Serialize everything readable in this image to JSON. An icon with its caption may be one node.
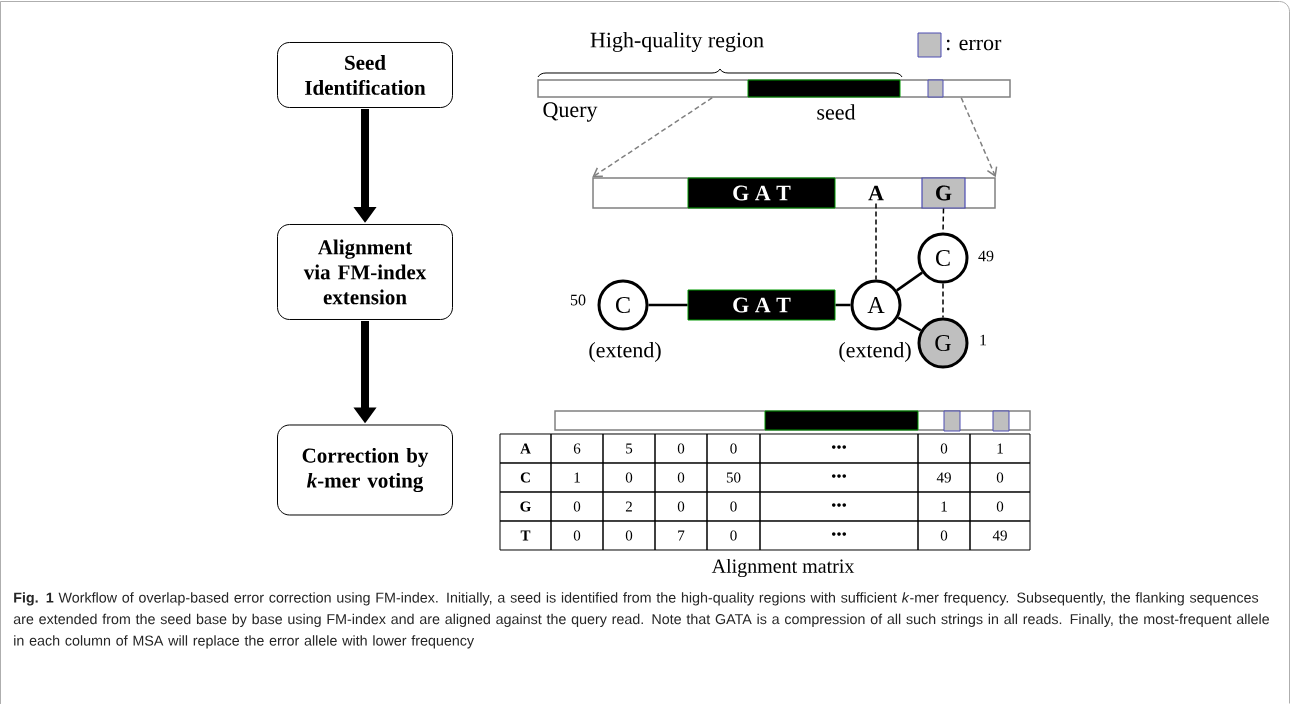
{
  "diagram": {
    "caption": "**Fig. 1** Workflow of overlap-based error correction using FM-index. Initially, a seed is identified from the high-quality regions with sufficient *k*-mer frequency. Subsequently, the flanking sequences are extended from the seed base by base using FM-index and are aligned against the query read. Note that GATA is a compression of all such strings in all reads. Finally, the most-frequent allele in each column of MSA will replace the error allele with lower frequency",
    "nodes": [
      {
        "text": [
          "Seed Identification"
        ]
      },
      {
        "text": [
          "Alignment via FM-index extension"
        ]
      },
      {
        "text": [
          "Correction by *k*-mer voting"
        ]
      },
      {
        "text": [],
        "shape": "bar",
        "beside": [
          "Query",
          "seed"
        ]
      },
      {
        "text": [],
        "shape": "bar"
      },
      {
        "text": [
          "G A T"
        ],
        "in": 4
      },
      {
        "text": [
          "A"
        ],
        "in": 4
      },
      {
        "text": [
          "G"
        ],
        "in": 4
      },
      {
        "text": [
          "C"
        ],
        "beside": [
          "50",
          "(extend)"
        ]
      },
      {
        "text": [
          "G A T"
        ]
      },
      {
        "text": [
          "A"
        ],
        "beside": [
          "(extend)"
        ]
      },
      {
        "text": [
          "C"
        ],
        "beside": [
          "49"
        ]
      },
      {
        "text": [
          "G"
        ],
        "beside": [
          "1"
        ]
      },
      {
        "text": [],
        "shape": "bar"
      }
    ],
    "edges": [
      {
        "from": 0,
        "to": 1,
        "arrow": "to",
        "style": "thick"
      },
      {
        "from": 1,
        "to": 2,
        "arrow": "to",
        "style": "thick"
      },
      {
        "from": 3,
        "to": 4,
        "arrow": "to",
        "style": "dashed",
        "color": "#808080"
      },
      {
        "from": 3,
        "to": 4,
        "arrow": "to",
        "style": "dashed",
        "color": "#808080"
      },
      {
        "from": 6,
        "to": 10,
        "arrow": "none",
        "style": "dashed"
      },
      {
        "from": 7,
        "to": 11,
        "arrow": "none",
        "style": "dashed"
      },
      {
        "from": 11,
        "to": 12,
        "arrow": "none",
        "style": "dashed"
      },
      {
        "from": 8,
        "to": 9,
        "arrow": "none"
      },
      {
        "from": 9,
        "to": 10,
        "arrow": "none"
      },
      {
        "from": 10,
        "to": 11,
        "arrow": "none"
      },
      {
        "from": 10,
        "to": 12,
        "arrow": "none"
      }
    ],
    "labels": [
      "High-quality region",
      "A",
      "6",
      "5",
      "0",
      "0",
      "•••",
      "0",
      "1",
      "C",
      "1",
      "0",
      "0",
      "50",
      "•••",
      "49",
      "0",
      "G",
      "0",
      "2",
      "0",
      "0",
      "•••",
      "1",
      "0",
      "T",
      "0",
      "0",
      "7",
      "0",
      "•••",
      "0",
      "49",
      "Alignment matrix"
    ],
    "legend": [
      {
        "text": ": error",
        "color": "#c0c0c0"
      }
    ]
  }
}
